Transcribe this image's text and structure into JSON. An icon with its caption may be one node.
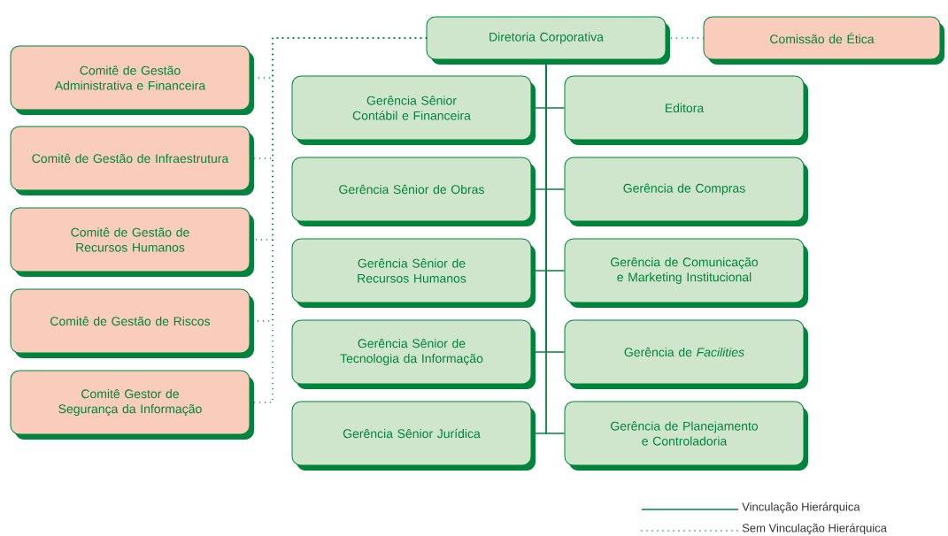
{
  "diagram": {
    "nodes": [
      {
        "text": [
          "Diretoria Corporativa"
        ]
      },
      {
        "text": [
          "Comissão de Ética"
        ]
      },
      {
        "text": [
          "Comitê de Gestão Administrativa e Financeira"
        ]
      },
      {
        "text": [
          "Comitê de Gestão de Infraestrutura"
        ]
      },
      {
        "text": [
          "Comitê de Gestão de Recursos Humanos"
        ]
      },
      {
        "text": [
          "Comitê de Gestão de Riscos"
        ]
      },
      {
        "text": [
          "Comitê Gestor de Segurança da Informação"
        ]
      },
      {
        "text": [
          "Gerência Sênior Contábil e Financeira"
        ]
      },
      {
        "text": [
          "Editora"
        ]
      },
      {
        "text": [
          "Gerência Sênior de Obras"
        ]
      },
      {
        "text": [
          "Gerência de Compras"
        ]
      },
      {
        "text": [
          "Gerência Sênior de Recursos Humanos"
        ]
      },
      {
        "text": [
          "Gerência de Comunicação e Marketing Institucional"
        ]
      },
      {
        "text": [
          "Gerência Sênior de Tecnologia da Informação"
        ]
      },
      {
        "text": [
          "Gerência de *Facilities*"
        ]
      },
      {
        "text": [
          "Gerência Sênior Jurídica"
        ]
      },
      {
        "text": [
          "Gerência de Planejamento e Controladoria"
        ]
      }
    ],
    "edges": [
      {
        "from": 0,
        "to": 1,
        "arrow": "none",
        "style": "dashed"
      },
      {
        "from": 0,
        "to": 2,
        "arrow": "none",
        "style": "dashed"
      },
      {
        "from": 0,
        "to": 3,
        "arrow": "none",
        "style": "dashed"
      },
      {
        "from": 0,
        "to": 4,
        "arrow": "none",
        "style": "dashed"
      },
      {
        "from": 0,
        "to": 5,
        "arrow": "none",
        "style": "dashed"
      },
      {
        "from": 0,
        "to": 6,
        "arrow": "none",
        "style": "dashed"
      },
      {
        "from": 0,
        "to": 7,
        "arrow": "none"
      },
      {
        "from": 0,
        "to": 8,
        "arrow": "none"
      },
      {
        "from": 0,
        "to": 9,
        "arrow": "none"
      },
      {
        "from": 0,
        "to": 10,
        "arrow": "none"
      },
      {
        "from": 0,
        "to": 11,
        "arrow": "none"
      },
      {
        "from": 0,
        "to": 12,
        "arrow": "none"
      },
      {
        "from": 0,
        "to": 13,
        "arrow": "none"
      },
      {
        "from": 0,
        "to": 14,
        "arrow": "none"
      },
      {
        "from": 0,
        "to": 15,
        "arrow": "none"
      },
      {
        "from": 0,
        "to": 16,
        "arrow": "none"
      }
    ],
    "legend": [
      {
        "text": "Vinculação Hierárquica"
      },
      {
        "text": "Sem Vinculação Hierárquica"
      }
    ]
  }
}
